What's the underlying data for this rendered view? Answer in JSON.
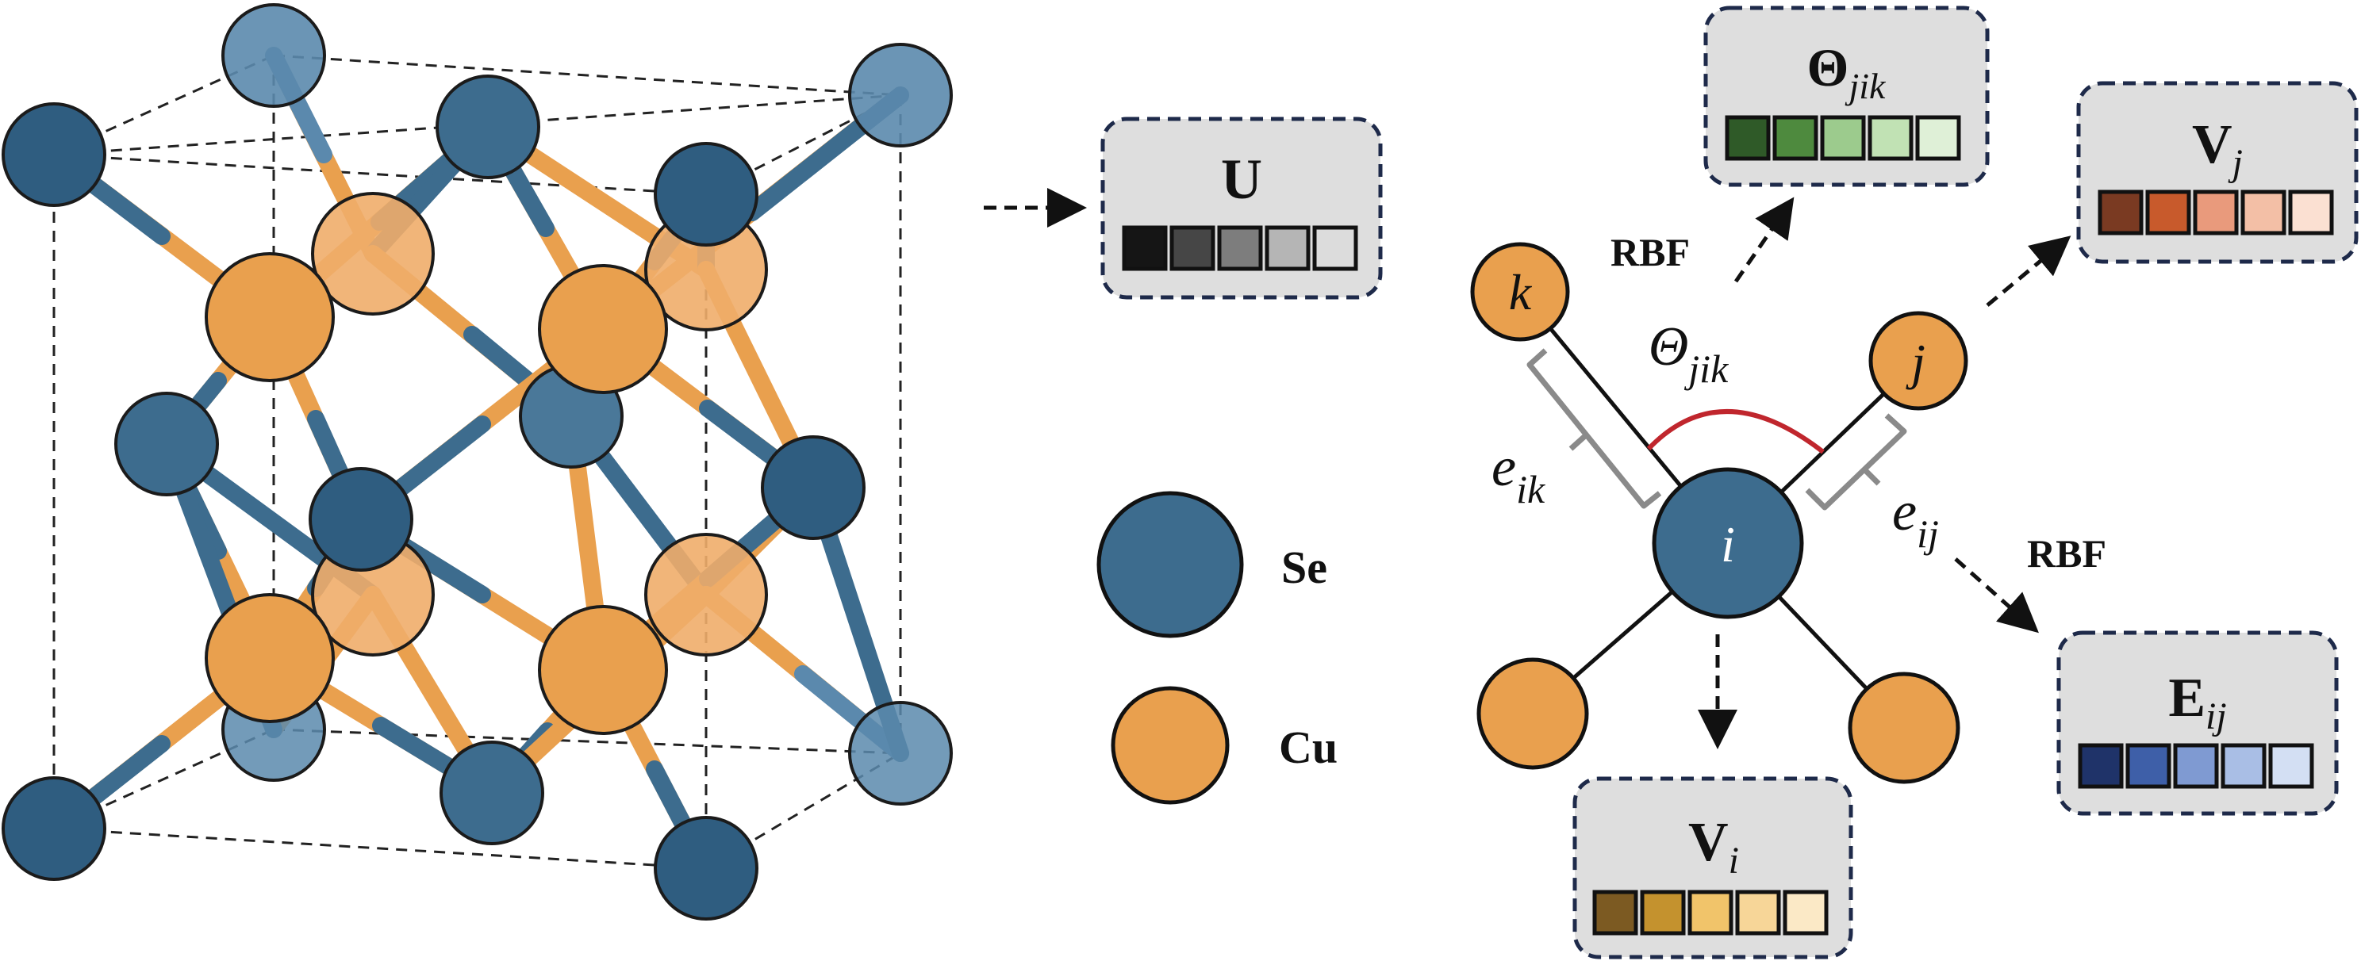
{
  "legend": {
    "se_label": "Se",
    "cu_label": "Cu",
    "se_color": "#3d6c8e",
    "cu_color": "#e9a04e"
  },
  "feature_boxes": {
    "u": {
      "label": "U",
      "swatches": [
        "#151515",
        "#464646",
        "#7d7d7d",
        "#b5b5b5",
        "#dcdcdc"
      ]
    },
    "theta": {
      "label": "Θ",
      "sub": "jik",
      "swatches": [
        "#2f5a28",
        "#4e8a3e",
        "#9ccb8d",
        "#c1e2b4",
        "#dff0d7"
      ]
    },
    "vj": {
      "label": "V",
      "sub": "j",
      "swatches": [
        "#7a3a22",
        "#c85a2c",
        "#e99a7c",
        "#f3bfa6",
        "#fbe0d2"
      ]
    },
    "eij": {
      "label": "E",
      "sub": "ij",
      "swatches": [
        "#1f3369",
        "#3e5fa8",
        "#7f9ad2",
        "#a9bee5",
        "#d3dff3"
      ]
    },
    "vi": {
      "label": "V",
      "sub": "i",
      "swatches": [
        "#7c5a22",
        "#c4922e",
        "#f1c46a",
        "#f7d698",
        "#fbe9c6"
      ]
    }
  },
  "graph": {
    "node_i": "i",
    "node_j": "j",
    "node_k": "k",
    "angle_label": "Θ",
    "angle_sub": "jik",
    "edge_ik": "e",
    "edge_ik_sub": "ik",
    "edge_ij": "e",
    "edge_ij_sub": "ij",
    "rbf_top": "RBF",
    "rbf_right": "RBF",
    "edge_color": "#c0262d",
    "bracket_color": "#8a8a8a"
  }
}
